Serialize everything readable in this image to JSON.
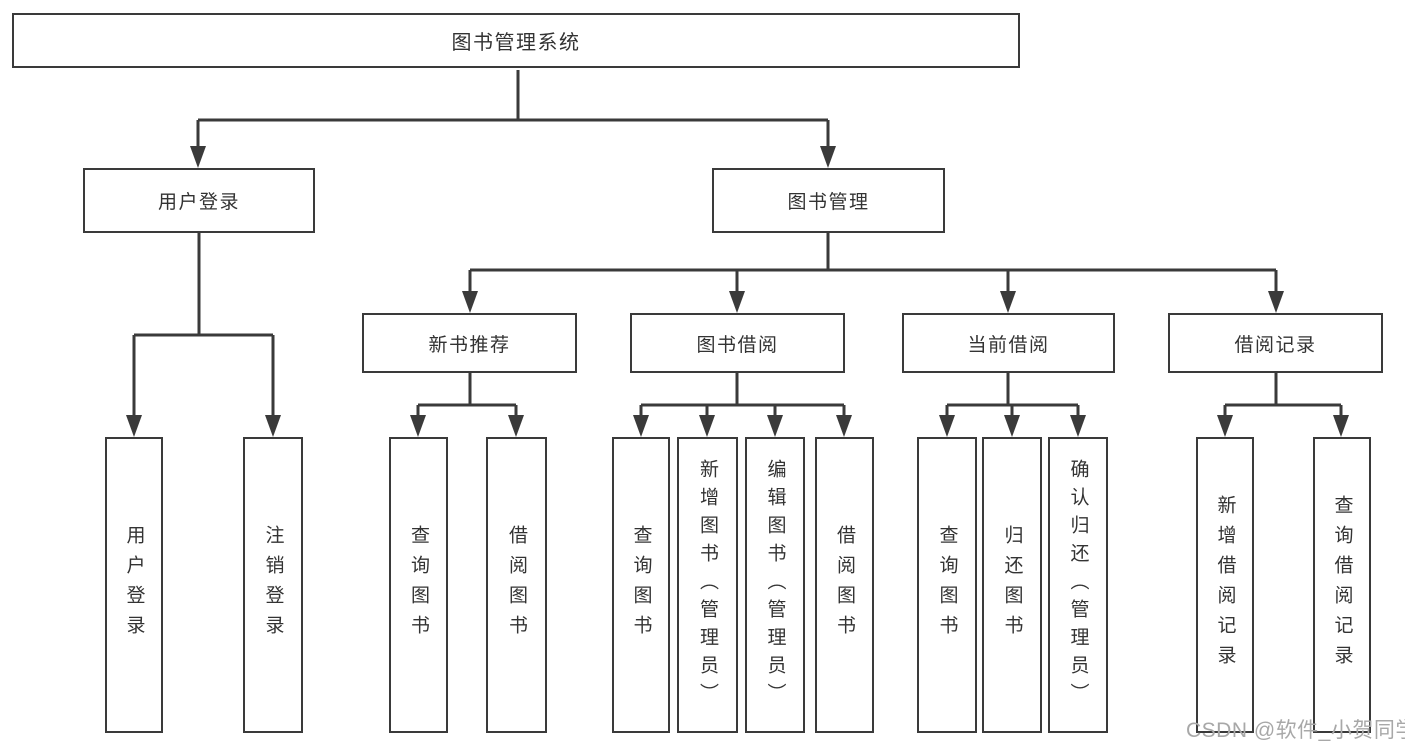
{
  "diagram": {
    "type": "org-tree",
    "colors": {
      "line": "#3a3a3a",
      "box_border": "#3a3a3a",
      "text": "#333333",
      "watermark": "#a8a8a8",
      "background": "#ffffff"
    },
    "watermark": "CSDN @软件_小贺同学",
    "root": {
      "label": "图书管理系统",
      "children": [
        {
          "label": "用户登录",
          "children": [
            {
              "label": "用户登录"
            },
            {
              "label": "注销登录"
            }
          ]
        },
        {
          "label": "图书管理",
          "children": [
            {
              "label": "新书推荐",
              "children": [
                {
                  "label": "查询图书"
                },
                {
                  "label": "借阅图书"
                }
              ]
            },
            {
              "label": "图书借阅",
              "children": [
                {
                  "label": "查询图书"
                },
                {
                  "label": "新增图书（管理员）"
                },
                {
                  "label": "编辑图书（管理员）"
                },
                {
                  "label": "借阅图书"
                }
              ]
            },
            {
              "label": "当前借阅",
              "children": [
                {
                  "label": "查询图书"
                },
                {
                  "label": "归还图书"
                },
                {
                  "label": "确认归还（管理员）"
                }
              ]
            },
            {
              "label": "借阅记录",
              "children": [
                {
                  "label": "新增借阅记录"
                },
                {
                  "label": "查询借阅记录"
                }
              ]
            }
          ]
        }
      ]
    }
  }
}
